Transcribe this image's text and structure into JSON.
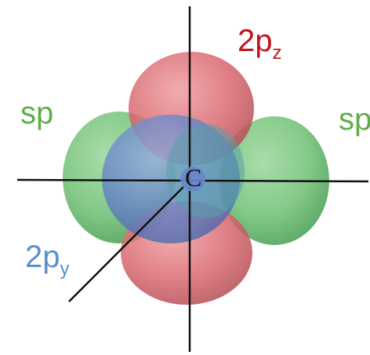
{
  "atom": {
    "symbol": "C"
  },
  "labels": {
    "sp_left": "sp",
    "sp_right": "sp",
    "pz_main": "2p",
    "pz_sub": "z",
    "py_main": "2p",
    "py_sub": "y"
  },
  "colors": {
    "sp": "#5fae4a",
    "pz": "#c0141a",
    "py": "#5b8fcf",
    "sp_lobe": "#6fbf73",
    "pz_lobe": "#d9686f",
    "py_lobe": "#5f7fc4",
    "axis": "#111111"
  }
}
